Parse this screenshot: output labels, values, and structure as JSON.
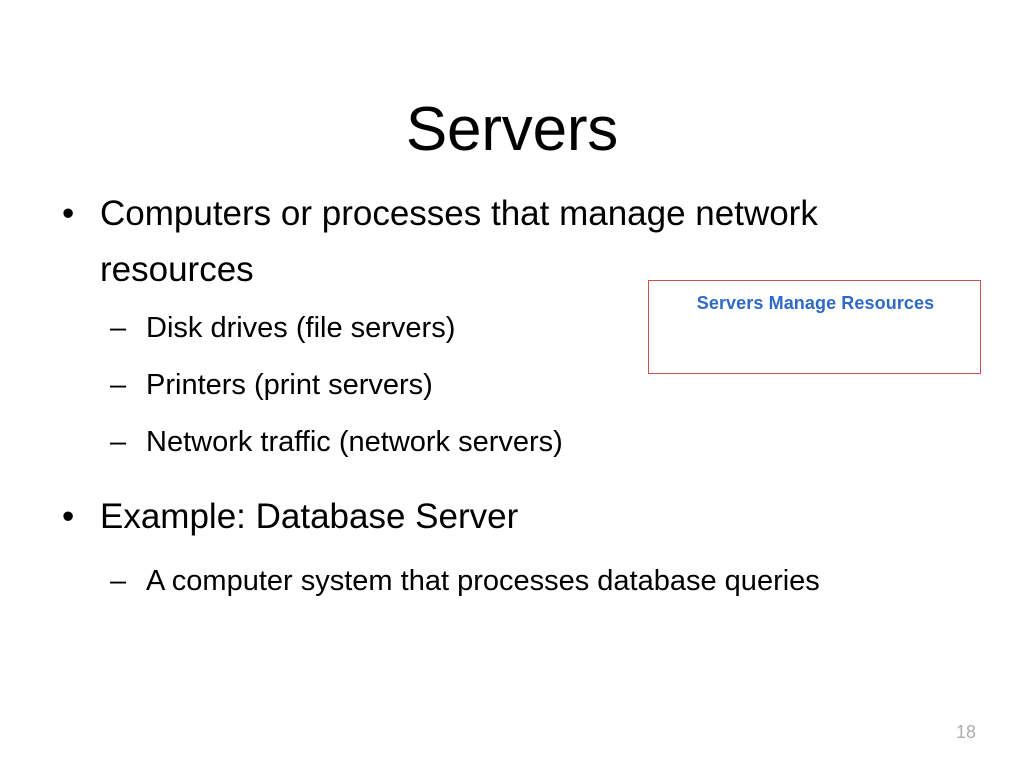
{
  "slide": {
    "title": "Servers",
    "page_number": "18",
    "background_color": "#ffffff"
  },
  "content": {
    "bullets": [
      {
        "level": 1,
        "marker": "•",
        "text": "Computers or processes that manage network resources"
      },
      {
        "level": 2,
        "marker": "–",
        "text": "Disk drives (file servers)"
      },
      {
        "level": 2,
        "marker": "–",
        "text": "Printers (print servers)"
      },
      {
        "level": 2,
        "marker": "–",
        "text": "Network traffic (network servers)"
      },
      {
        "level": 1,
        "marker": "•",
        "text": "Example: Database Server"
      },
      {
        "level": 2,
        "marker": "–",
        "text": "A computer system that processes database queries"
      }
    ]
  },
  "callout": {
    "text": "Servers Manage Resources",
    "text_color": "#2e6ac6",
    "border_color": "#d0504e",
    "fill_color": "#ffffff"
  }
}
